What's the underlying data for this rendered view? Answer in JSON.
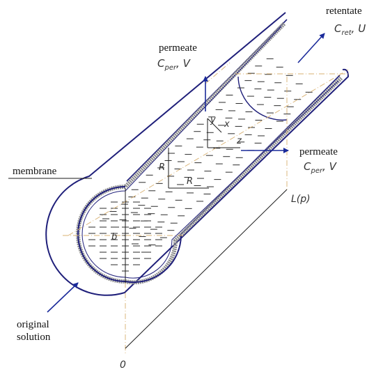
{
  "labels": {
    "retentate": "retentate",
    "c_ret": "C",
    "c_ret_sub": "ret",
    "c_ret_var": ", U",
    "permeate_top": "permeate",
    "c_per_top": "C",
    "c_per_top_sub": "per",
    "c_per_top_var": ", V",
    "permeate_right": "permeate",
    "c_per_right": "C",
    "c_per_right_sub": "per",
    "c_per_right_var": ", V",
    "membrane": "membrane",
    "original_line1": "original",
    "original_line2": "solution",
    "axis_y": "y",
    "axis_x": "x",
    "axis_z": "z",
    "radius_upper": "R",
    "radius_lower": "R",
    "diameter": "b",
    "length": "L(p)",
    "origin": "0"
  },
  "colors": {
    "outline": "#1f1f7a",
    "arrow": "#1a2a9a",
    "membrane_fill": "#8e8e8e",
    "liquid_line": "#2a2a2a",
    "guide_line": "#d8b070",
    "label": "#111111",
    "italic_label": "#333333"
  }
}
